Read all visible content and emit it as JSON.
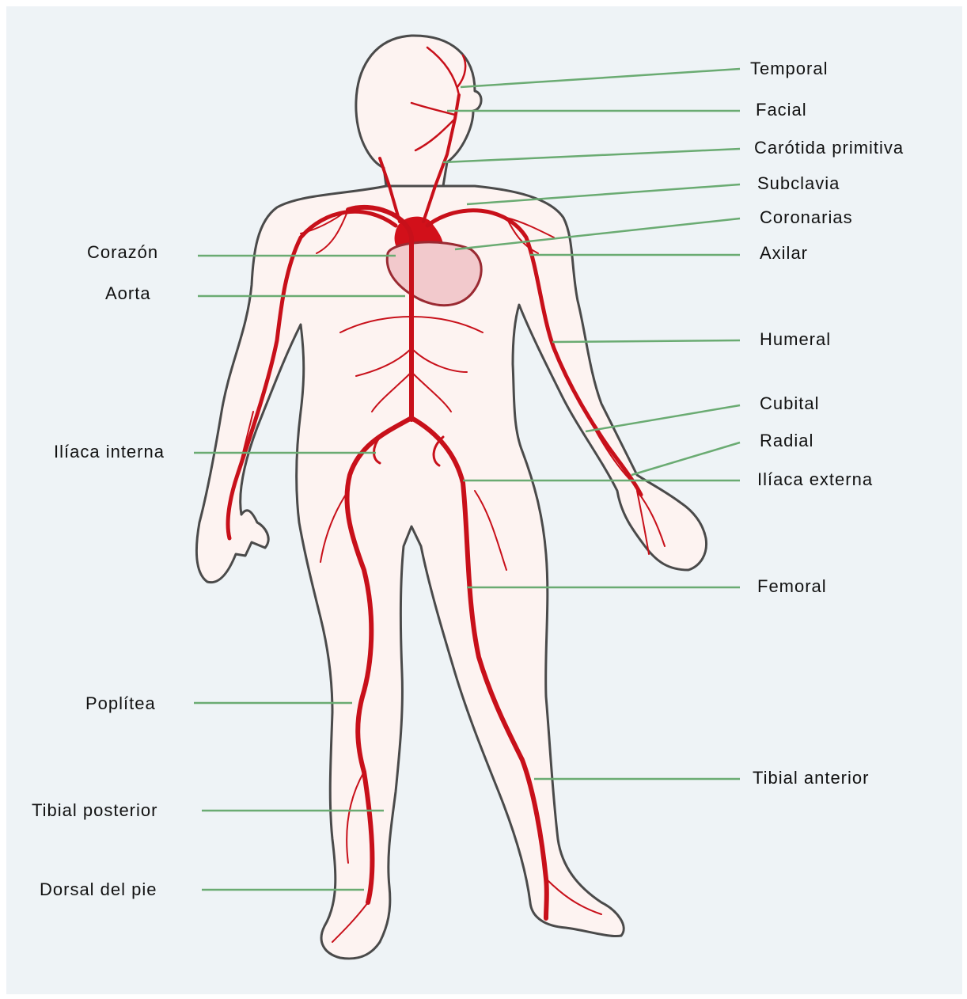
{
  "colors": {
    "background": "#eef3f6",
    "body_fill": "#fdf3f1",
    "body_outline": "#4a4a4a",
    "artery": "#c8101a",
    "heart": "#d2101a",
    "leader_line": "#6aab72"
  },
  "labels_left": [
    {
      "key": "corazon",
      "text": "Corazón"
    },
    {
      "key": "aorta",
      "text": "Aorta"
    },
    {
      "key": "iliaca_interna",
      "text": "Ilíaca interna"
    },
    {
      "key": "poplitea",
      "text": "Poplítea"
    },
    {
      "key": "tibial_posterior",
      "text": "Tibial posterior"
    },
    {
      "key": "dorsal_pie",
      "text": "Dorsal del pie"
    }
  ],
  "labels_right": [
    {
      "key": "temporal",
      "text": "Temporal"
    },
    {
      "key": "facial",
      "text": "Facial"
    },
    {
      "key": "carotida",
      "text": "Carótida primitiva"
    },
    {
      "key": "subclavia",
      "text": "Subclavia"
    },
    {
      "key": "coronarias",
      "text": "Coronarias"
    },
    {
      "key": "axilar",
      "text": "Axilar"
    },
    {
      "key": "humeral",
      "text": "Humeral"
    },
    {
      "key": "cubital",
      "text": "Cubital"
    },
    {
      "key": "radial",
      "text": "Radial"
    },
    {
      "key": "iliaca_externa",
      "text": "Ilíaca externa"
    },
    {
      "key": "femoral",
      "text": "Femoral"
    },
    {
      "key": "tibial_anterior",
      "text": "Tibial anterior"
    }
  ]
}
